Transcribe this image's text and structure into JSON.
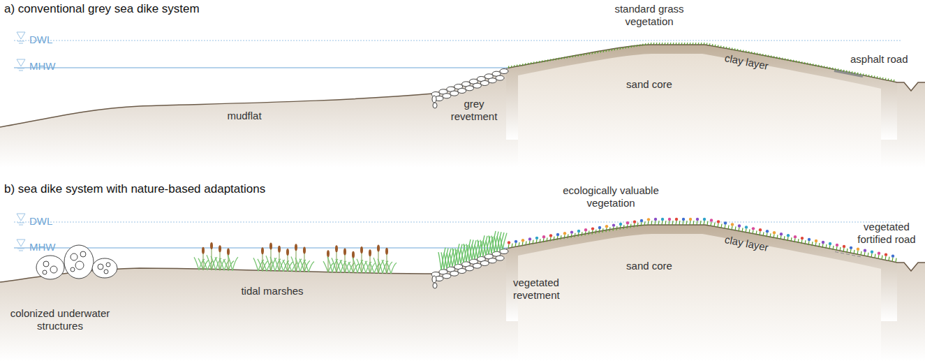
{
  "diagram": {
    "labels": [
      "a) conventional grey sea dike system",
      "DWL",
      "MHW",
      "standard grass vegetation",
      "clay layer",
      "sand core",
      "asphalt road",
      "mudflat",
      "grey revetment",
      "b) sea dike system with nature-based adaptations",
      "DWL",
      "MHW",
      "ecologically valuable vegetation",
      "vegetated fortified road",
      "clay layer",
      "sand core",
      "vegetated revetment",
      "tidal marshes",
      "colonized underwater structures"
    ]
  }
}
